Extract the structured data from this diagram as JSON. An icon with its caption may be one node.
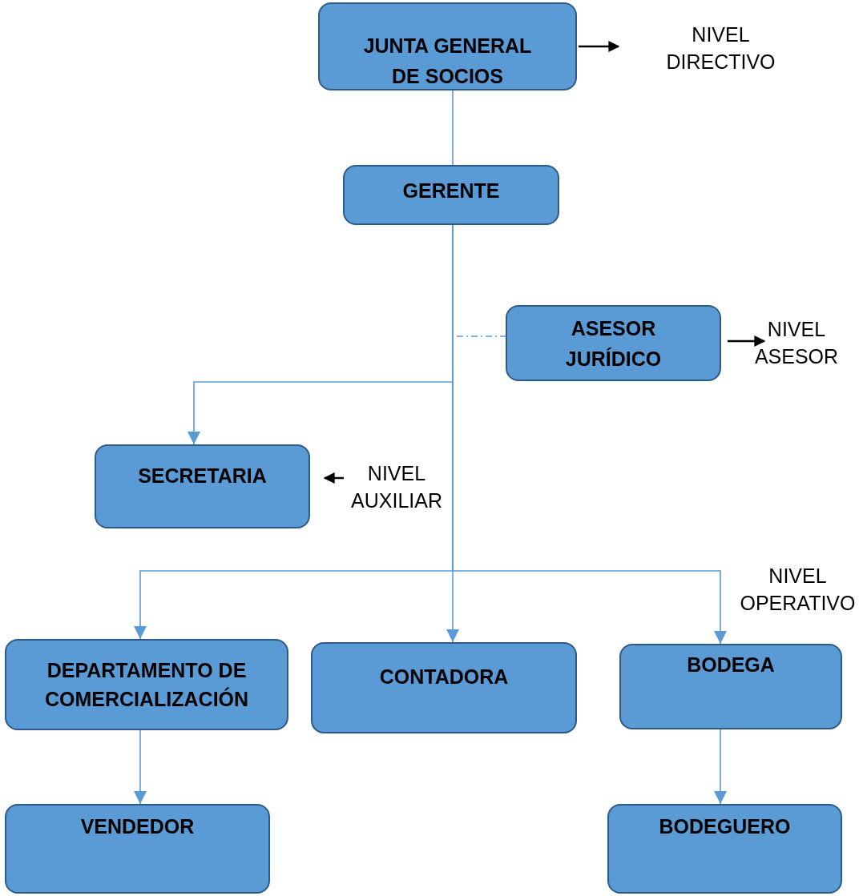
{
  "diagram": {
    "nodes": [
      {
        "text": [
          "JUNTA  GENERAL DE SOCIOS"
        ]
      },
      {
        "text": [
          "NIVEL DIRECTIVO"
        ]
      },
      {
        "text": [
          "GERENTE"
        ]
      },
      {
        "text": [
          "ASESOR JURÍDICO"
        ]
      },
      {
        "text": [
          "NIVEL ASESOR"
        ]
      },
      {
        "text": [
          "SECRETARIA"
        ]
      },
      {
        "text": [
          "NIVEL AUXILIAR"
        ]
      },
      {
        "text": [
          "DEPARTAMENTO DE COMERCIALIZACIÓN"
        ]
      },
      {
        "text": [
          "CONTADORA"
        ]
      },
      {
        "text": [
          "BODEGA"
        ]
      },
      {
        "text": [
          "VENDEDOR"
        ]
      },
      {
        "text": [
          "BODEGUERO"
        ]
      }
    ],
    "edges": [
      {
        "from": 0,
        "to": 2,
        "arrow": "none"
      },
      {
        "from": 0,
        "to": 1,
        "arrow": "to",
        "color": "#000000"
      },
      {
        "from": 2,
        "to": 3,
        "arrow": "none",
        "style": "dashed"
      },
      {
        "from": 3,
        "to": 4,
        "arrow": "to",
        "color": "#000000"
      },
      {
        "from": 2,
        "to": 5,
        "arrow": "to"
      },
      {
        "from": 6,
        "to": 5,
        "arrow": "to",
        "color": "#000000"
      },
      {
        "from": 2,
        "to": 7,
        "arrow": "to"
      },
      {
        "from": 2,
        "to": 8,
        "arrow": "to"
      },
      {
        "from": 2,
        "to": 9,
        "arrow": "to"
      },
      {
        "from": 7,
        "to": 10,
        "arrow": "to"
      },
      {
        "from": 9,
        "to": 11,
        "arrow": "to"
      }
    ],
    "labels": [
      "NIVEL OPERATIVO"
    ]
  }
}
